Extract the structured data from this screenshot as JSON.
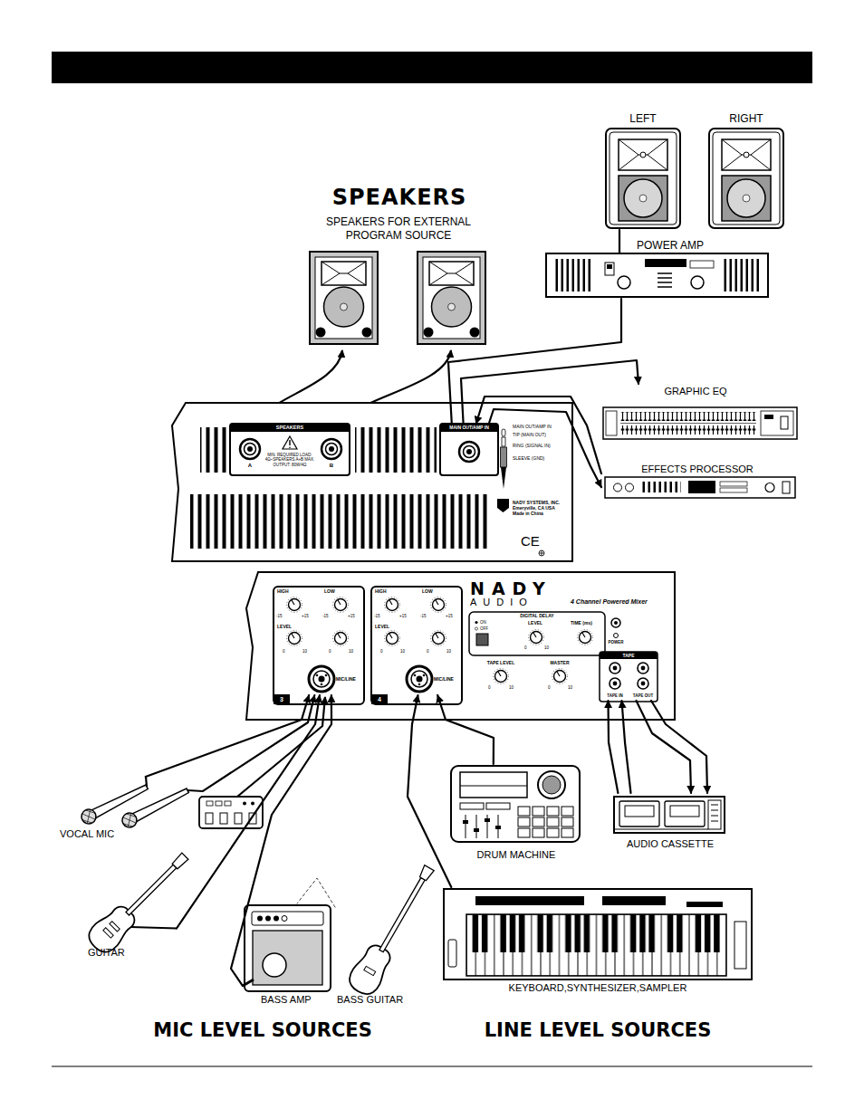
{
  "diagram": {
    "nodes": [
      {
        "text": [
          "LEFT"
        ]
      },
      {
        "text": [
          "RIGHT"
        ]
      },
      {
        "text": [
          "POWER AMP"
        ]
      },
      {
        "text": [
          "GRAPHIC EQ"
        ]
      },
      {
        "text": [
          "EFFECTS PROCESSOR"
        ]
      },
      {
        "text": [
          "NADY SYSTEMS, INC. Emeryville, CA USA Made in China"
        ]
      },
      {
        "text": [
          "SPEAKERS",
          "MIN. REQUIRED LOAD: 4Ω~SPEAKERS A+B MAX. OUTPUT: 80W/4Ω"
        ],
        "in": 5
      },
      {
        "text": [
          "A"
        ],
        "in": 6
      },
      {
        "text": [
          "B"
        ],
        "in": 6
      },
      {
        "text": [
          "MAIN OUT/AMP IN"
        ],
        "in": 5
      },
      {
        "text": [
          "4 Channel Powered Mixer"
        ]
      },
      {
        "text": [
          "3"
        ],
        "in": 10
      },
      {
        "text": [
          "MIC/LINE"
        ],
        "in": 11
      },
      {
        "text": [
          "4"
        ],
        "in": 10
      },
      {
        "text": [
          "MIC/LINE"
        ],
        "in": 13
      },
      {
        "text": [
          "DIGITAL DELAY"
        ],
        "in": 10
      },
      {
        "text": [
          "TAPE"
        ],
        "in": 10
      },
      {
        "text": [
          "TAPE IN"
        ],
        "in": 16
      },
      {
        "text": [
          "TAPE OUT"
        ],
        "in": 16
      },
      {
        "text": [
          "VOCAL MIC"
        ]
      },
      {
        "text": [
          "GUITAR"
        ]
      },
      {
        "text": [
          "BASS AMP"
        ]
      },
      {
        "text": [
          "BASS GUITAR"
        ]
      },
      {
        "text": [
          "DRUM MACHINE"
        ]
      },
      {
        "text": [
          "AUDIO CASSETTE"
        ]
      },
      {
        "text": [
          "KEYBOARD,SYNTHESIZER,SAMPLER"
        ]
      }
    ],
    "edges": [
      {
        "from": 2,
        "to": 0,
        "arrow": "none"
      },
      {
        "from": 9,
        "to": 2,
        "arrow": "none"
      },
      {
        "from": 9,
        "to": 3,
        "arrow": "to"
      },
      {
        "from": 9,
        "to": 4,
        "arrow": "to"
      },
      {
        "from": 4,
        "to": 9,
        "arrow": "to"
      },
      {
        "from": 19,
        "to": 12,
        "arrow": "to"
      },
      {
        "from": 19,
        "to": 12,
        "arrow": "to"
      },
      {
        "from": 20,
        "to": 12,
        "arrow": "to"
      },
      {
        "from": 21,
        "to": 12,
        "arrow": "to"
      },
      {
        "from": 22,
        "to": 21,
        "arrow": "none"
      },
      {
        "from": 23,
        "to": 14,
        "arrow": "to"
      },
      {
        "from": 25,
        "to": 14,
        "arrow": "to"
      },
      {
        "from": 24,
        "to": 17,
        "arrow": "to"
      },
      {
        "from": 24,
        "to": 17,
        "arrow": "to"
      },
      {
        "from": 18,
        "to": 24,
        "arrow": "to"
      },
      {
        "from": 18,
        "to": 24,
        "arrow": "to"
      }
    ],
    "labels": [
      "SPEAKERS",
      "SPEAKERS FOR EXTERNAL PROGRAM SOURCE",
      "MAIN OUT/AMP IN",
      "TIP (MAIN OUT)",
      "RING (SIGNAL IN)",
      "SLEEVE (GND)",
      "CE",
      "NADY",
      "AUDIO",
      "HIGH",
      "LOW",
      "-15",
      "+15",
      "-15",
      "+15",
      "LEVEL",
      "0",
      "10",
      "0",
      "10",
      "HIGH",
      "LOW",
      "-15",
      "+15",
      "-15",
      "+15",
      "LEVEL",
      "0",
      "10",
      "0",
      "10",
      "ON",
      "OFF",
      "LEVEL",
      "0",
      "10",
      "TIME (ms)",
      "TAPE LEVEL",
      "0",
      "10",
      "MASTER",
      "0",
      "10",
      "POWER",
      "MIC LEVEL SOURCES",
      "LINE LEVEL SOURCES"
    ]
  }
}
